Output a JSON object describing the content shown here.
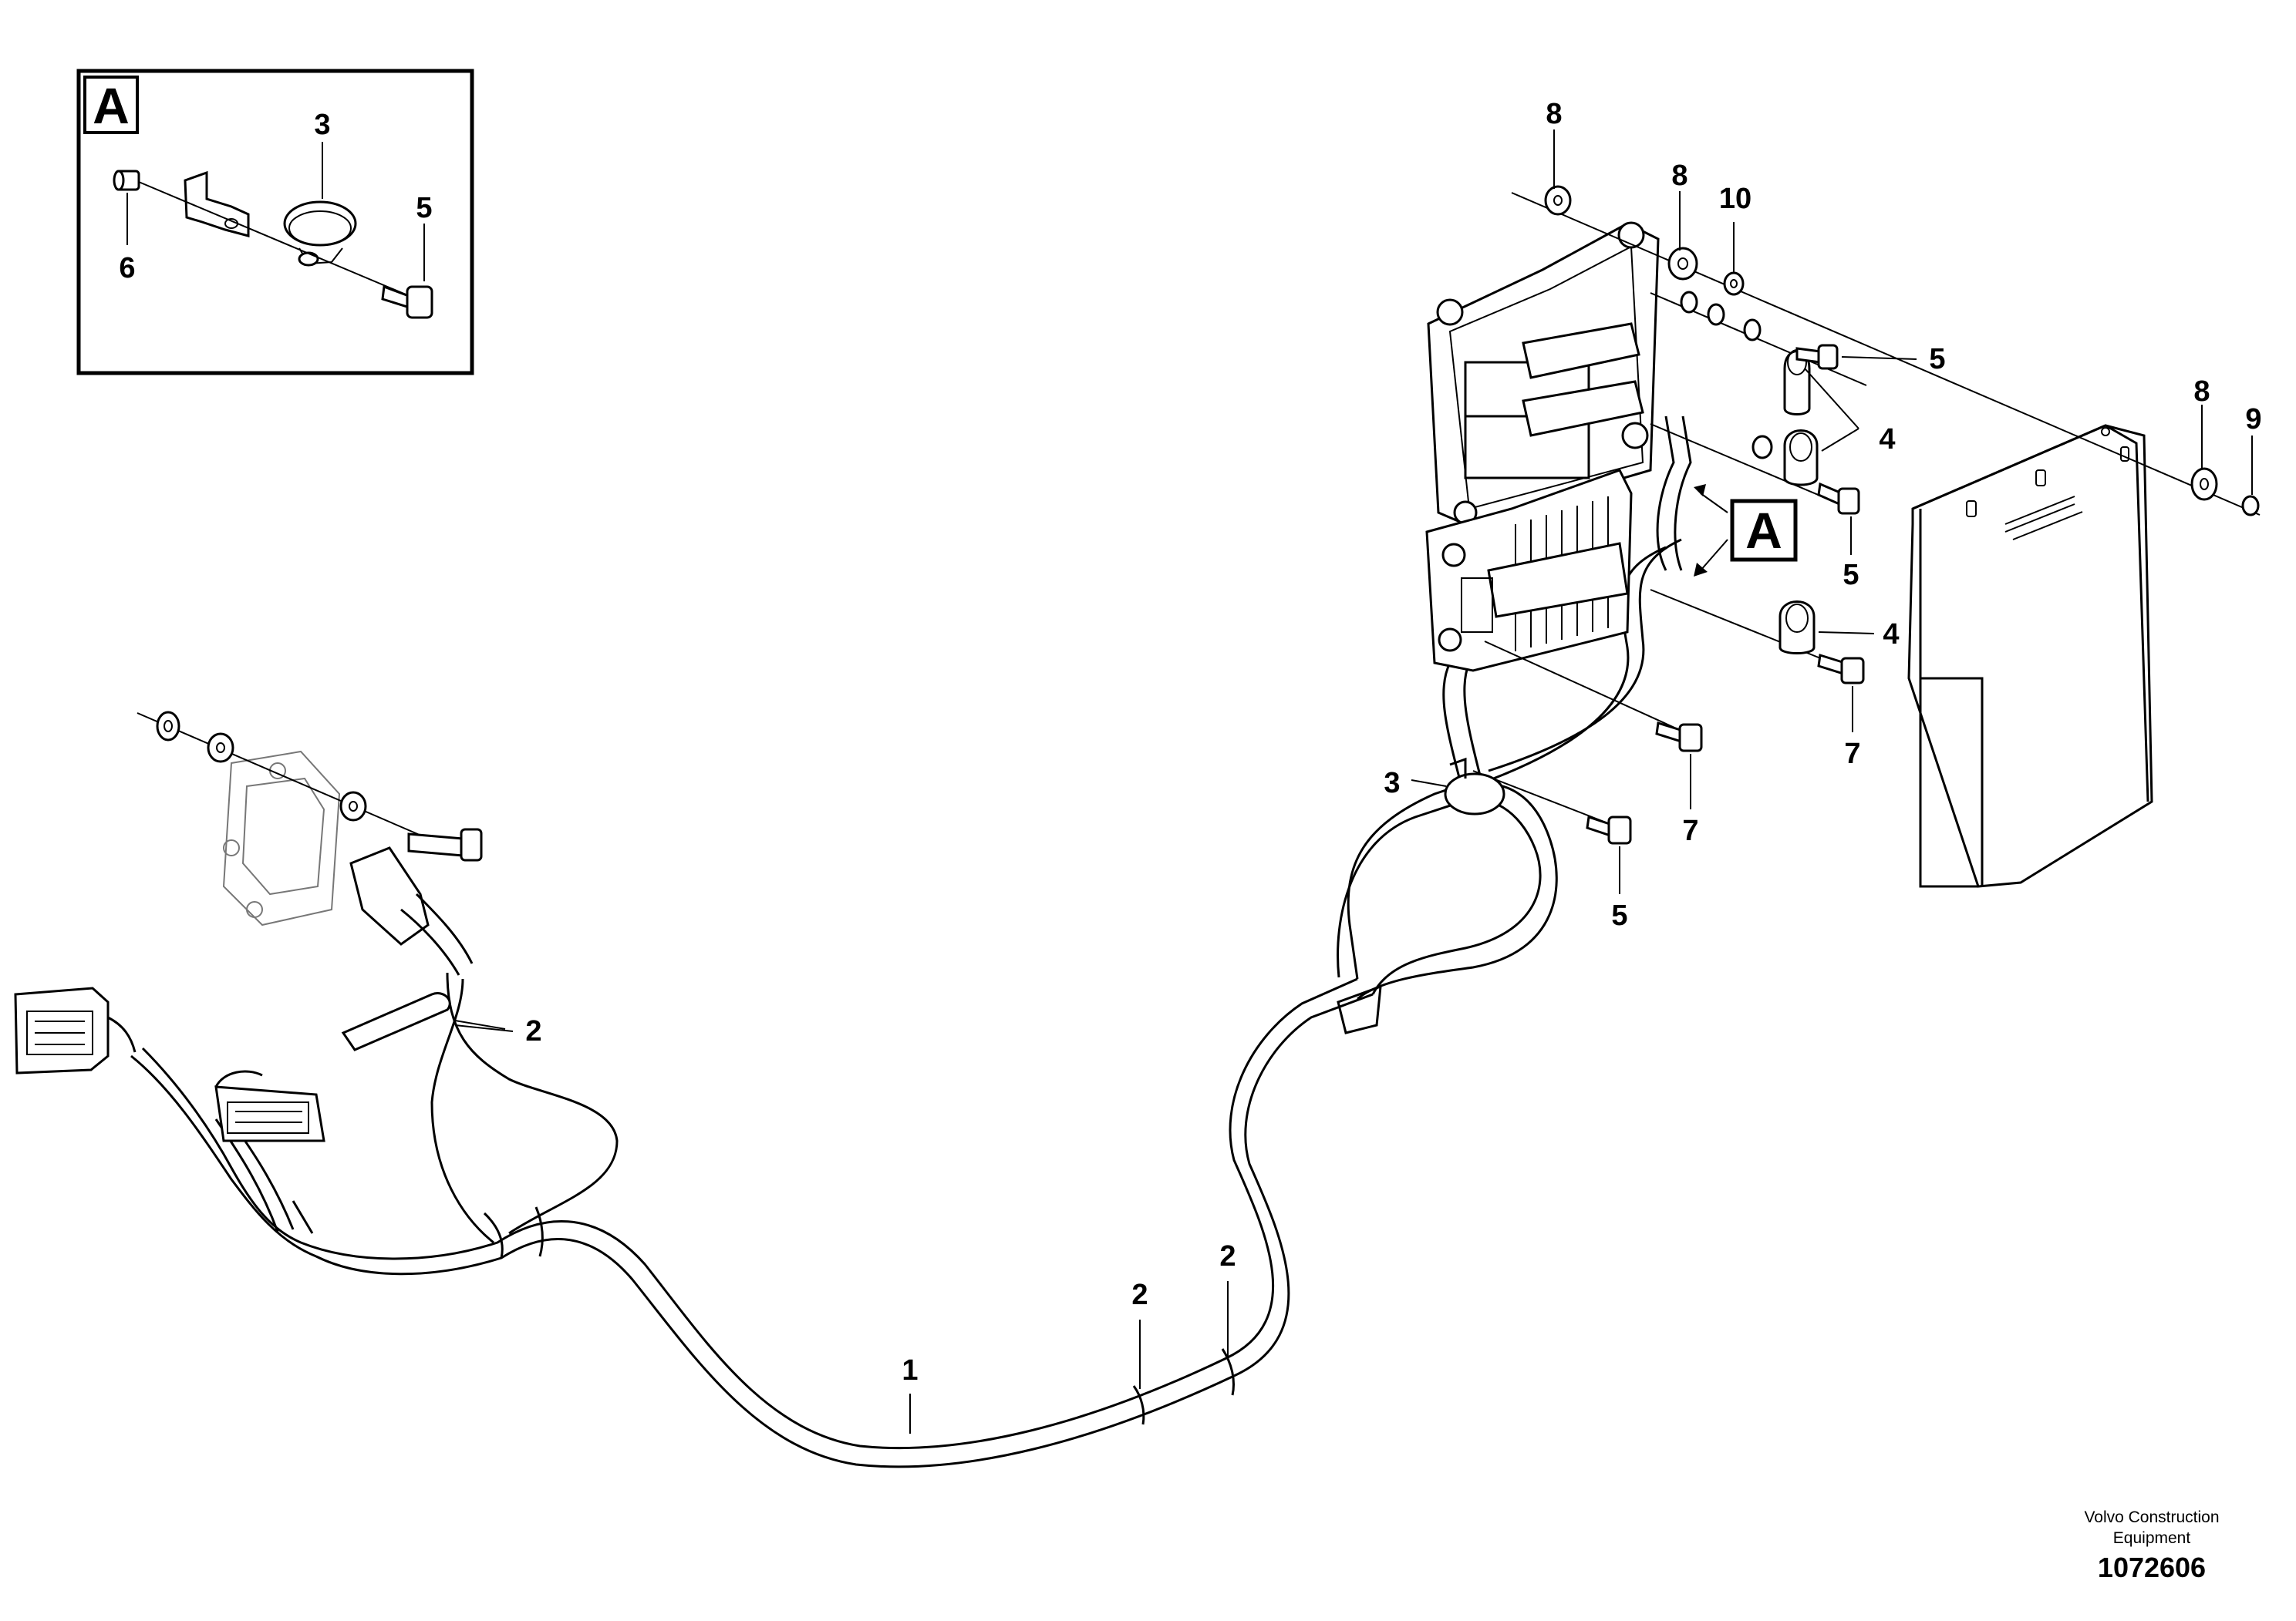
{
  "detail_box": {
    "letter": "A",
    "labels": {
      "clamp": "3",
      "bolt": "5",
      "nut": "6"
    }
  },
  "main": {
    "ref_letter": "A",
    "labels": {
      "harness": "1",
      "tie_a": "2",
      "tie_b": "2",
      "tie_c": "2",
      "clamp": "3",
      "grommet_a": "4",
      "grommet_b": "4",
      "bolt_5a": "5",
      "bolt_5b": "5",
      "bolt_5c": "5",
      "bolt_7a": "7",
      "bolt_7b": "7",
      "washer_8a": "8",
      "washer_8b": "8",
      "washer_8c": "8",
      "nut_9": "9",
      "washer_10": "10"
    }
  },
  "credit": {
    "line1": "Volvo Construction",
    "line2": "Equipment"
  },
  "doc_number": "1072606"
}
